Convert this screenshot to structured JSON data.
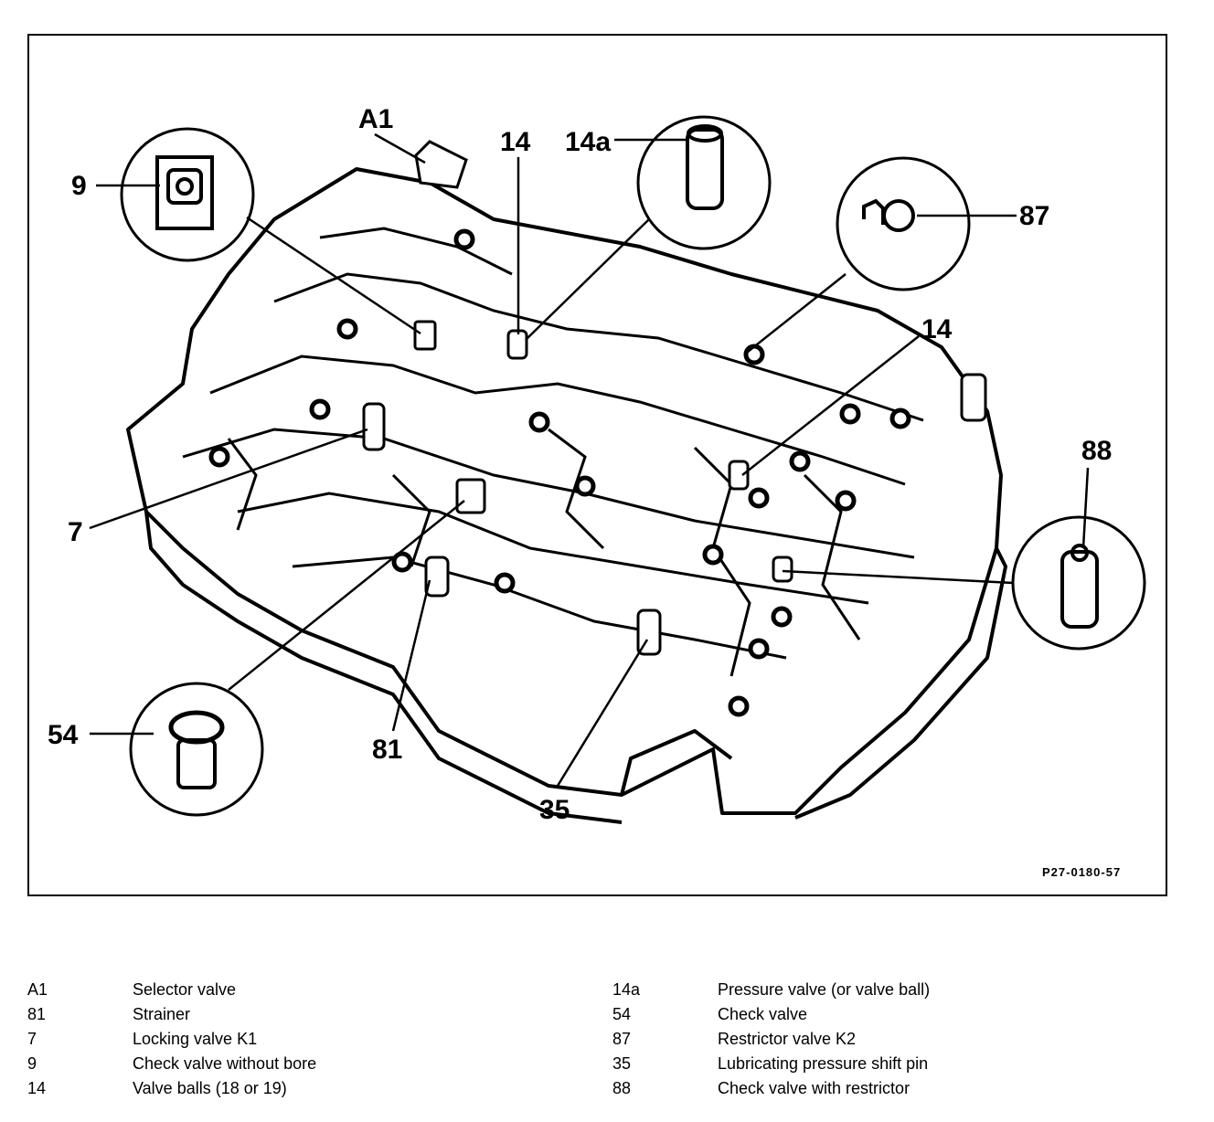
{
  "figure_ref": "P27-0180-57",
  "callouts": {
    "a1": "A1",
    "c9": "9",
    "c14_top": "14",
    "c14a": "14a",
    "c87": "87",
    "c14_right": "14",
    "c88": "88",
    "c7": "7",
    "c54": "54",
    "c81": "81",
    "c35": "35"
  },
  "legend": {
    "left": [
      {
        "code": "A1",
        "desc": "Selector valve"
      },
      {
        "code": "81",
        "desc": "Strainer"
      },
      {
        "code": "7",
        "desc": "Locking valve K1"
      },
      {
        "code": "9",
        "desc": "Check valve without bore"
      },
      {
        "code": "14",
        "desc": "Valve balls (18 or 19)"
      }
    ],
    "right": [
      {
        "code": "14a",
        "desc": "Pressure valve (or valve ball)"
      },
      {
        "code": "54",
        "desc": "Check valve"
      },
      {
        "code": "87",
        "desc": "Restrictor valve K2"
      },
      {
        "code": "35",
        "desc": "Lubricating pressure shift pin"
      },
      {
        "code": "88",
        "desc": "Check valve with restrictor"
      }
    ]
  }
}
